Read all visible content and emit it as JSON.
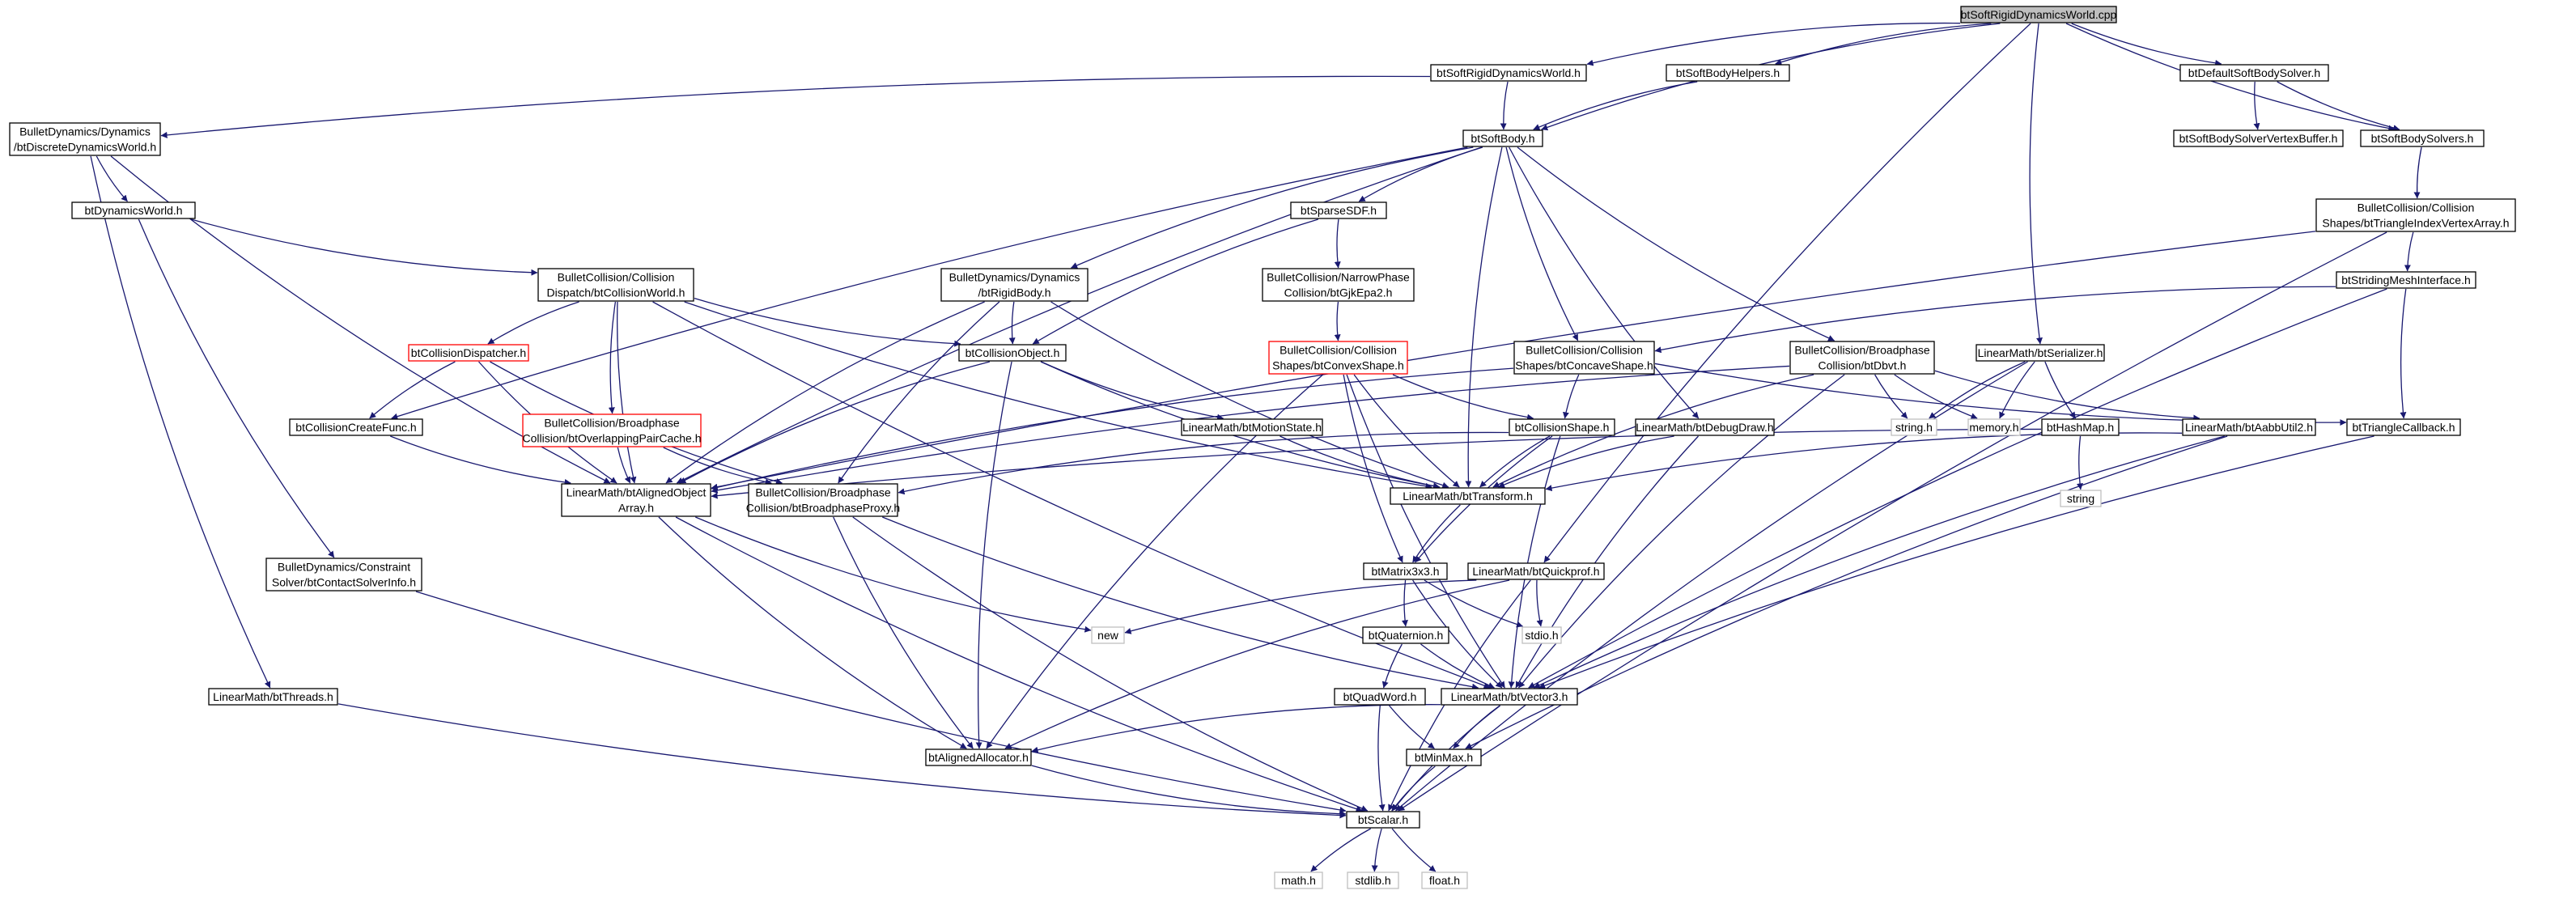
{
  "title": "btSoftRigidDynamicsWorld.cpp",
  "colors": {
    "edge": "#191970",
    "node_border": "#000000",
    "missing_border": "#bfbfbf",
    "truncated_border": "#ff0000",
    "root_fill": "#bfbfbf",
    "text": "#000000"
  },
  "nodes": [
    {
      "id": "root",
      "lines": [
        "btSoftRigidDynamicsWorld.cpp"
      ],
      "kind": "root"
    },
    {
      "id": "srdw_h",
      "lines": [
        "btSoftRigidDynamicsWorld.h"
      ],
      "kind": "normal"
    },
    {
      "id": "sbhelpers",
      "lines": [
        "btSoftBodyHelpers.h"
      ],
      "kind": "normal"
    },
    {
      "id": "dsbsolver",
      "lines": [
        "btDefaultSoftBodySolver.h"
      ],
      "kind": "normal"
    },
    {
      "id": "ddw",
      "lines": [
        "BulletDynamics/Dynamics",
        "/btDiscreteDynamicsWorld.h"
      ],
      "kind": "normal"
    },
    {
      "id": "softbody",
      "lines": [
        "btSoftBody.h"
      ],
      "kind": "normal"
    },
    {
      "id": "sbsvb",
      "lines": [
        "btSoftBodySolverVertexBuffer.h"
      ],
      "kind": "normal"
    },
    {
      "id": "sbsolvers",
      "lines": [
        "btSoftBodySolvers.h"
      ],
      "kind": "normal"
    },
    {
      "id": "dynworld",
      "lines": [
        "btDynamicsWorld.h"
      ],
      "kind": "normal"
    },
    {
      "id": "sparsesdf",
      "lines": [
        "btSparseSDF.h"
      ],
      "kind": "normal"
    },
    {
      "id": "trivertarr",
      "lines": [
        "BulletCollision/Collision",
        "Shapes/btTriangleIndexVertexArray.h"
      ],
      "kind": "normal"
    },
    {
      "id": "collworld",
      "lines": [
        "BulletCollision/Collision",
        "Dispatch/btCollisionWorld.h"
      ],
      "kind": "normal"
    },
    {
      "id": "rigidbody",
      "lines": [
        "BulletDynamics/Dynamics",
        "/btRigidBody.h"
      ],
      "kind": "normal"
    },
    {
      "id": "gjkepa",
      "lines": [
        "BulletCollision/NarrowPhase",
        "Collision/btGjkEpa2.h"
      ],
      "kind": "normal"
    },
    {
      "id": "stridemesh",
      "lines": [
        "btStridingMeshInterface.h"
      ],
      "kind": "normal"
    },
    {
      "id": "colldispatch",
      "lines": [
        "btCollisionDispatcher.h"
      ],
      "kind": "truncated"
    },
    {
      "id": "collobj",
      "lines": [
        "btCollisionObject.h"
      ],
      "kind": "normal"
    },
    {
      "id": "convexshape",
      "lines": [
        "BulletCollision/Collision",
        "Shapes/btConvexShape.h"
      ],
      "kind": "truncated"
    },
    {
      "id": "concaveshape",
      "lines": [
        "BulletCollision/Collision",
        "Shapes/btConcaveShape.h"
      ],
      "kind": "normal"
    },
    {
      "id": "dbvt",
      "lines": [
        "BulletCollision/Broadphase",
        "Collision/btDbvt.h"
      ],
      "kind": "normal"
    },
    {
      "id": "serializer",
      "lines": [
        "LinearMath/btSerializer.h"
      ],
      "kind": "normal"
    },
    {
      "id": "collcreate",
      "lines": [
        "btCollisionCreateFunc.h"
      ],
      "kind": "normal"
    },
    {
      "id": "overlap",
      "lines": [
        "BulletCollision/Broadphase",
        "Collision/btOverlappingPairCache.h"
      ],
      "kind": "truncated"
    },
    {
      "id": "motionstate",
      "lines": [
        "LinearMath/btMotionState.h"
      ],
      "kind": "normal"
    },
    {
      "id": "collshape",
      "lines": [
        "btCollisionShape.h"
      ],
      "kind": "normal"
    },
    {
      "id": "debugdraw",
      "lines": [
        "LinearMath/btDebugDraw.h"
      ],
      "kind": "normal"
    },
    {
      "id": "stringh",
      "lines": [
        "string.h"
      ],
      "kind": "missing"
    },
    {
      "id": "memoryh",
      "lines": [
        "memory.h"
      ],
      "kind": "missing"
    },
    {
      "id": "hashmap",
      "lines": [
        "btHashMap.h"
      ],
      "kind": "normal"
    },
    {
      "id": "aabbutil",
      "lines": [
        "LinearMath/btAabbUtil2.h"
      ],
      "kind": "normal"
    },
    {
      "id": "tricallback",
      "lines": [
        "btTriangleCallback.h"
      ],
      "kind": "normal"
    },
    {
      "id": "alignedarr",
      "lines": [
        "LinearMath/btAlignedObject",
        "Array.h"
      ],
      "kind": "normal"
    },
    {
      "id": "bproxy",
      "lines": [
        "BulletCollision/Broadphase",
        "Collision/btBroadphaseProxy.h"
      ],
      "kind": "normal"
    },
    {
      "id": "transform",
      "lines": [
        "LinearMath/btTransform.h"
      ],
      "kind": "normal"
    },
    {
      "id": "stringstd",
      "lines": [
        "string"
      ],
      "kind": "missing"
    },
    {
      "id": "contactsolver",
      "lines": [
        "BulletDynamics/Constraint",
        "Solver/btContactSolverInfo.h"
      ],
      "kind": "normal"
    },
    {
      "id": "matrix",
      "lines": [
        "btMatrix3x3.h"
      ],
      "kind": "normal"
    },
    {
      "id": "quickprof",
      "lines": [
        "LinearMath/btQuickprof.h"
      ],
      "kind": "normal"
    },
    {
      "id": "newh",
      "lines": [
        "new"
      ],
      "kind": "missing"
    },
    {
      "id": "stdioh",
      "lines": [
        "stdio.h"
      ],
      "kind": "missing"
    },
    {
      "id": "quaternion",
      "lines": [
        "btQuaternion.h"
      ],
      "kind": "normal"
    },
    {
      "id": "threads",
      "lines": [
        "LinearMath/btThreads.h"
      ],
      "kind": "normal"
    },
    {
      "id": "quadword",
      "lines": [
        "btQuadWord.h"
      ],
      "kind": "normal"
    },
    {
      "id": "vector3",
      "lines": [
        "LinearMath/btVector3.h"
      ],
      "kind": "normal"
    },
    {
      "id": "alignedalloc",
      "lines": [
        "btAlignedAllocator.h"
      ],
      "kind": "normal"
    },
    {
      "id": "minmax",
      "lines": [
        "btMinMax.h"
      ],
      "kind": "normal"
    },
    {
      "id": "scalar",
      "lines": [
        "btScalar.h"
      ],
      "kind": "normal"
    },
    {
      "id": "mathh",
      "lines": [
        "math.h"
      ],
      "kind": "missing"
    },
    {
      "id": "stdlibh",
      "lines": [
        "stdlib.h"
      ],
      "kind": "missing"
    },
    {
      "id": "floath",
      "lines": [
        "float.h"
      ],
      "kind": "missing"
    }
  ],
  "edges": [
    [
      "root",
      "srdw_h"
    ],
    [
      "root",
      "sbhelpers"
    ],
    [
      "root",
      "softbody"
    ],
    [
      "root",
      "dsbsolver"
    ],
    [
      "root",
      "sbsolvers"
    ],
    [
      "root",
      "serializer"
    ],
    [
      "root",
      "quickprof"
    ],
    [
      "srdw_h",
      "ddw"
    ],
    [
      "srdw_h",
      "softbody"
    ],
    [
      "sbhelpers",
      "softbody"
    ],
    [
      "dsbsolver",
      "sbsvb"
    ],
    [
      "dsbsolver",
      "sbsolvers"
    ],
    [
      "sbsolvers",
      "trivertarr"
    ],
    [
      "ddw",
      "dynworld"
    ],
    [
      "ddw",
      "threads"
    ],
    [
      "ddw",
      "alignedarr"
    ],
    [
      "dynworld",
      "collworld"
    ],
    [
      "dynworld",
      "contactsolver"
    ],
    [
      "softbody",
      "alignedarr"
    ],
    [
      "softbody",
      "collcreate"
    ],
    [
      "softbody",
      "rigidbody"
    ],
    [
      "softbody",
      "sparsesdf"
    ],
    [
      "softbody",
      "transform"
    ],
    [
      "softbody",
      "concaveshape"
    ],
    [
      "softbody",
      "debugdraw"
    ],
    [
      "softbody",
      "dbvt"
    ],
    [
      "sparsesdf",
      "gjkepa"
    ],
    [
      "sparsesdf",
      "collobj"
    ],
    [
      "gjkepa",
      "convexshape"
    ],
    [
      "trivertarr",
      "stridemesh"
    ],
    [
      "trivertarr",
      "alignedarr"
    ],
    [
      "trivertarr",
      "scalar"
    ],
    [
      "stridemesh",
      "concaveshape"
    ],
    [
      "stridemesh",
      "tricallback"
    ],
    [
      "stridemesh",
      "vector3"
    ],
    [
      "collworld",
      "colldispatch"
    ],
    [
      "collworld",
      "overlap"
    ],
    [
      "collworld",
      "collobj"
    ],
    [
      "collworld",
      "alignedarr"
    ],
    [
      "collworld",
      "transform"
    ],
    [
      "collworld",
      "vector3"
    ],
    [
      "colldispatch",
      "collcreate"
    ],
    [
      "colldispatch",
      "alignedarr"
    ],
    [
      "colldispatch",
      "bproxy"
    ],
    [
      "collcreate",
      "alignedarr"
    ],
    [
      "overlap",
      "alignedarr"
    ],
    [
      "overlap",
      "bproxy"
    ],
    [
      "rigidbody",
      "collobj"
    ],
    [
      "rigidbody",
      "alignedarr"
    ],
    [
      "rigidbody",
      "bproxy"
    ],
    [
      "rigidbody",
      "transform"
    ],
    [
      "collobj",
      "motionstate"
    ],
    [
      "collobj",
      "alignedarr"
    ],
    [
      "collobj",
      "transform"
    ],
    [
      "collobj",
      "alignedalloc"
    ],
    [
      "convexshape",
      "collshape"
    ],
    [
      "convexshape",
      "transform"
    ],
    [
      "convexshape",
      "matrix"
    ],
    [
      "convexshape",
      "vector3"
    ],
    [
      "convexshape",
      "alignedalloc"
    ],
    [
      "concaveshape",
      "collshape"
    ],
    [
      "concaveshape",
      "tricallback"
    ],
    [
      "concaveshape",
      "alignedarr"
    ],
    [
      "dbvt",
      "alignedarr"
    ],
    [
      "dbvt",
      "transform"
    ],
    [
      "dbvt",
      "vector3"
    ],
    [
      "dbvt",
      "aabbutil"
    ],
    [
      "dbvt",
      "stringh"
    ],
    [
      "dbvt",
      "memoryh"
    ],
    [
      "serializer",
      "stringh"
    ],
    [
      "serializer",
      "memoryh"
    ],
    [
      "serializer",
      "hashmap"
    ],
    [
      "serializer",
      "scalar"
    ],
    [
      "hashmap",
      "alignedarr"
    ],
    [
      "hashmap",
      "stringstd"
    ],
    [
      "aabbutil",
      "transform"
    ],
    [
      "aabbutil",
      "vector3"
    ],
    [
      "aabbutil",
      "minmax"
    ],
    [
      "tricallback",
      "vector3"
    ],
    [
      "motionstate",
      "transform"
    ],
    [
      "collshape",
      "transform"
    ],
    [
      "collshape",
      "vector3"
    ],
    [
      "collshape",
      "matrix"
    ],
    [
      "collshape",
      "bproxy"
    ],
    [
      "debugdraw",
      "transform"
    ],
    [
      "debugdraw",
      "vector3"
    ],
    [
      "alignedarr",
      "alignedalloc"
    ],
    [
      "alignedarr",
      "newh"
    ],
    [
      "alignedarr",
      "scalar"
    ],
    [
      "bproxy",
      "vector3"
    ],
    [
      "bproxy",
      "alignedalloc"
    ],
    [
      "bproxy",
      "scalar"
    ],
    [
      "transform",
      "matrix"
    ],
    [
      "matrix",
      "vector3"
    ],
    [
      "matrix",
      "quaternion"
    ],
    [
      "matrix",
      "stdioh"
    ],
    [
      "quickprof",
      "stdioh"
    ],
    [
      "quickprof",
      "newh"
    ],
    [
      "quickprof",
      "scalar"
    ],
    [
      "quickprof",
      "alignedalloc"
    ],
    [
      "quaternion",
      "vector3"
    ],
    [
      "quaternion",
      "quadword"
    ],
    [
      "quadword",
      "scalar"
    ],
    [
      "quadword",
      "minmax"
    ],
    [
      "vector3",
      "scalar"
    ],
    [
      "vector3",
      "minmax"
    ],
    [
      "vector3",
      "alignedalloc"
    ],
    [
      "contactsolver",
      "scalar"
    ],
    [
      "threads",
      "scalar"
    ],
    [
      "alignedalloc",
      "scalar"
    ],
    [
      "minmax",
      "scalar"
    ],
    [
      "scalar",
      "mathh"
    ],
    [
      "scalar",
      "stdlibh"
    ],
    [
      "scalar",
      "floath"
    ]
  ]
}
